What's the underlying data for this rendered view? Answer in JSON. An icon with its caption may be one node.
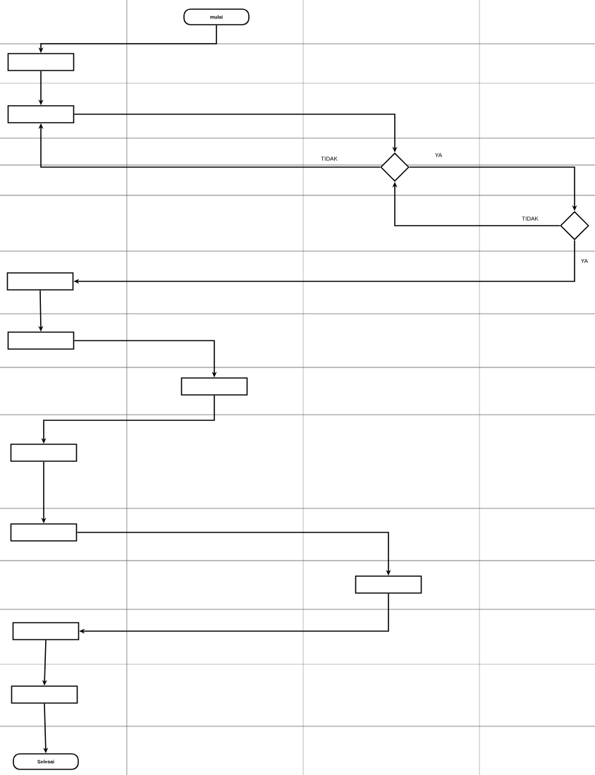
{
  "diagram": {
    "nodes": [
      {
        "text": [
          "mulai"
        ]
      },
      {
        "text": [],
        "shape": "box"
      },
      {
        "text": [],
        "shape": "box"
      },
      {
        "text": [],
        "shape": "diamond"
      },
      {
        "text": [],
        "shape": "diamond"
      },
      {
        "text": [],
        "shape": "box"
      },
      {
        "text": [],
        "shape": "box"
      },
      {
        "text": [],
        "shape": "box"
      },
      {
        "text": [],
        "shape": "box"
      },
      {
        "text": [],
        "shape": "box"
      },
      {
        "text": [],
        "shape": "box"
      },
      {
        "text": [],
        "shape": "box"
      },
      {
        "text": [],
        "shape": "box"
      },
      {
        "text": [
          "Selesai"
        ]
      }
    ],
    "edges": [
      {
        "from": 0,
        "to": 1,
        "arrow": "to"
      },
      {
        "from": 1,
        "to": 2,
        "arrow": "to"
      },
      {
        "from": 2,
        "to": 3,
        "arrow": "to"
      },
      {
        "from": 3,
        "to": 2,
        "arrow": "to",
        "label": "TIDAK"
      },
      {
        "from": 3,
        "to": 4,
        "arrow": "to",
        "label": "YA"
      },
      {
        "from": 4,
        "to": 3,
        "arrow": "to",
        "label": "TIDAK"
      },
      {
        "from": 4,
        "to": 5,
        "arrow": "to",
        "label": "YA"
      },
      {
        "from": 5,
        "to": 6,
        "arrow": "to"
      },
      {
        "from": 6,
        "to": 7,
        "arrow": "to"
      },
      {
        "from": 7,
        "to": 8,
        "arrow": "to"
      },
      {
        "from": 8,
        "to": 9,
        "arrow": "to"
      },
      {
        "from": 9,
        "to": 10,
        "arrow": "to"
      },
      {
        "from": 10,
        "to": 11,
        "arrow": "to"
      },
      {
        "from": 11,
        "to": 12,
        "arrow": "to"
      },
      {
        "from": 12,
        "to": 13,
        "arrow": "to"
      }
    ]
  }
}
